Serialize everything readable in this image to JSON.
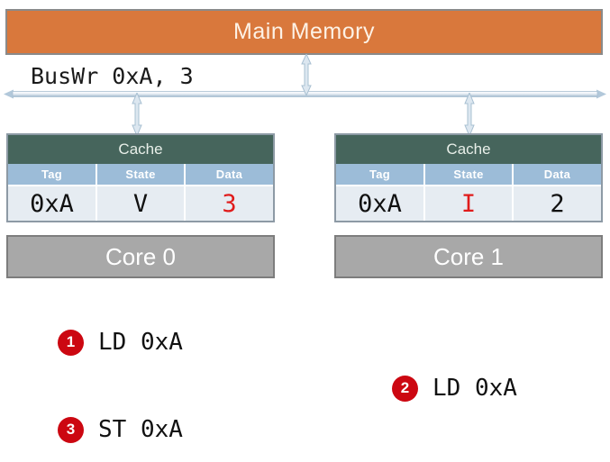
{
  "diagram": {
    "memory": {
      "label": "Main Memory",
      "color": "#d9783c"
    },
    "bus": {
      "label": "BusWr 0xA, 3",
      "arrow_color": "#b8cfe0",
      "connector_memory": "bus-to-memory-arrow",
      "connector_cache0": "bus-to-cache0-arrow",
      "connector_cache1": "bus-to-cache1-arrow"
    },
    "caches": [
      {
        "title": "Cache",
        "columns": [
          "Tag",
          "State",
          "Data"
        ],
        "row": {
          "tag": "0xA",
          "state": "V",
          "data": "3",
          "tag_highlight": false,
          "state_highlight": false,
          "data_highlight": true
        },
        "core": "Core 0"
      },
      {
        "title": "Cache",
        "columns": [
          "Tag",
          "State",
          "Data"
        ],
        "row": {
          "tag": "0xA",
          "state": "I",
          "data": "2",
          "tag_highlight": false,
          "state_highlight": true,
          "data_highlight": false
        },
        "core": "Core 1"
      }
    ],
    "steps": [
      {
        "number": "1",
        "text": "LD 0xA"
      },
      {
        "number": "2",
        "text": "LD 0xA"
      },
      {
        "number": "3",
        "text": "ST 0xA"
      }
    ],
    "colors": {
      "memory_orange": "#d9783c",
      "cache_header_green": "#46655c",
      "column_header_blue": "#9cbcd8",
      "cell_background": "#e6ecf2",
      "core_gray": "#a8a8a8",
      "highlight_red": "#e01b1b",
      "badge_red": "#cc0711"
    }
  }
}
